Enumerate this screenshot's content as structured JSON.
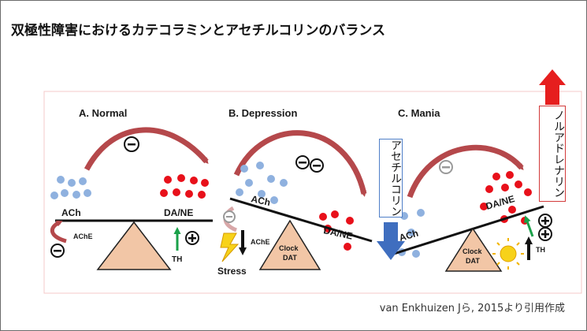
{
  "title": "双極性障害におけるカテコラミンとアセチルコリンのバランス",
  "citation": "van Enkhuizen Jら, 2015より引用作成",
  "panels": {
    "a": {
      "title": "A. Normal",
      "left": "ACh",
      "right": "DA/NE",
      "enzyme": "AChE",
      "synth": "TH",
      "minus": "⊖",
      "plus": "⊕"
    },
    "b": {
      "title": "B. Depression",
      "left": "ACh",
      "right": "DA/NE",
      "enzyme": "AChE",
      "stress": "Stress",
      "fulcrum1": "Clock",
      "fulcrum2": "DAT",
      "minus": "⊖"
    },
    "c": {
      "title": "C. Mania",
      "left": "ACh",
      "right": "DA/NE",
      "synth": "TH",
      "fulcrum1": "Clock",
      "fulcrum2": "DAT",
      "minus": "⊖",
      "plus": "⊕"
    }
  },
  "annotations": {
    "ach_label": "アセチルコリン",
    "ne_label": "ノルアドレナリン"
  },
  "colors": {
    "ach_dot": "#8fb1df",
    "da_dot": "#e8101a",
    "fulcrum": "#f2c6a6",
    "curved_arrow": "#b5484b",
    "down_arrow": "#3f6ebf",
    "up_arrow": "#e61e1e",
    "green_arrow": "#1aa14a"
  }
}
